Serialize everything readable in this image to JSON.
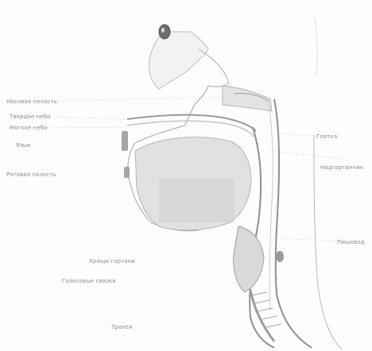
{
  "diagram": {
    "labels": {
      "nasal_cavity": "Носовая полость",
      "hard_palate": "Твердое небо",
      "soft_palate": "Мягкое небо",
      "tongue": "Язык",
      "epiglottis_left": "Ротовая полость",
      "larynx_cartilage": "Хрящи гортани",
      "vocal_cords": "Голосовые связки",
      "trachea": "Трахея",
      "glotka": "Глотка",
      "nasopharynx": "Надгортанник",
      "esophagus": "Пищевод"
    }
  }
}
